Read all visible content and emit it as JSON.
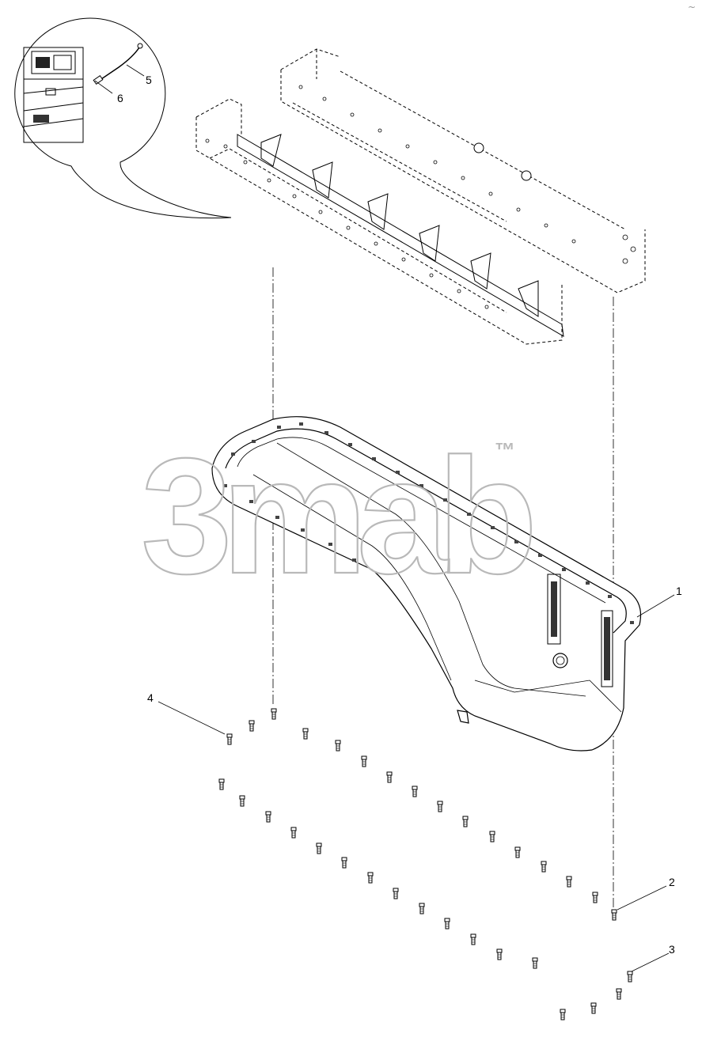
{
  "diagram": {
    "callouts": [
      {
        "id": "1",
        "part": "oil-pan"
      },
      {
        "id": "2",
        "part": "bolt-long"
      },
      {
        "id": "3",
        "part": "bolt-short"
      },
      {
        "id": "4",
        "part": "bolt-row"
      },
      {
        "id": "5",
        "part": "sensor-cable"
      },
      {
        "id": "6",
        "part": "sensor-connector"
      }
    ],
    "watermark": "3mab",
    "watermark_tm": "™",
    "corner_mark": "~"
  }
}
